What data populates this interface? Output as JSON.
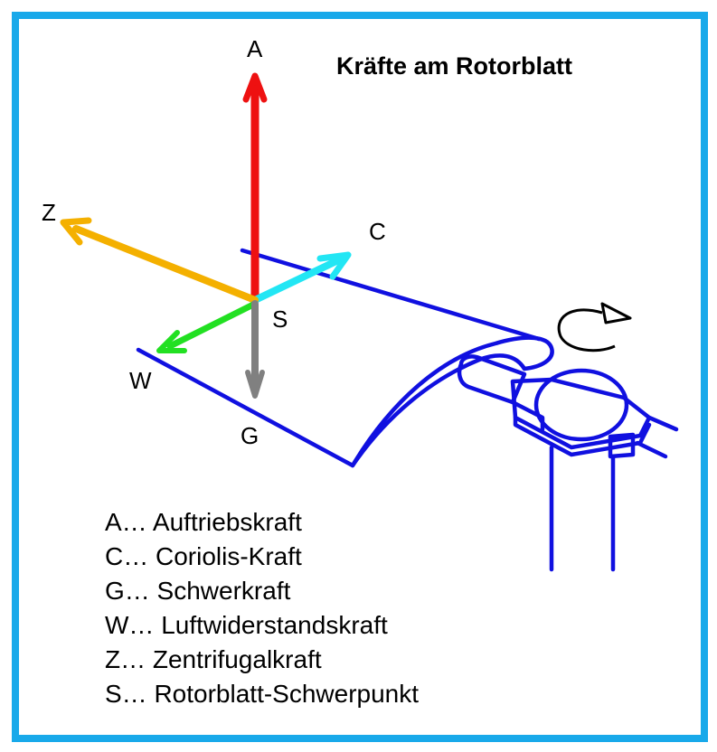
{
  "title": "Kräfte am Rotorblatt",
  "labels": {
    "A": "A",
    "C": "C",
    "Z": "Z",
    "S": "S",
    "W": "W",
    "G": "G"
  },
  "legend": [
    "A… Auftriebskraft",
    "C… Coriolis-Kraft",
    "G… Schwerkraft",
    "W… Luftwiderstandskraft",
    "Z… Zentrifugalkraft",
    "S… Rotorblatt-Schwerpunkt"
  ],
  "colors": {
    "frame": "#18a9ea",
    "rotor": "#1010e0",
    "force_A": "#ee1111",
    "force_C": "#22e6f4",
    "force_Z": "#f4b000",
    "force_W": "#22e022",
    "force_G": "#808080"
  }
}
